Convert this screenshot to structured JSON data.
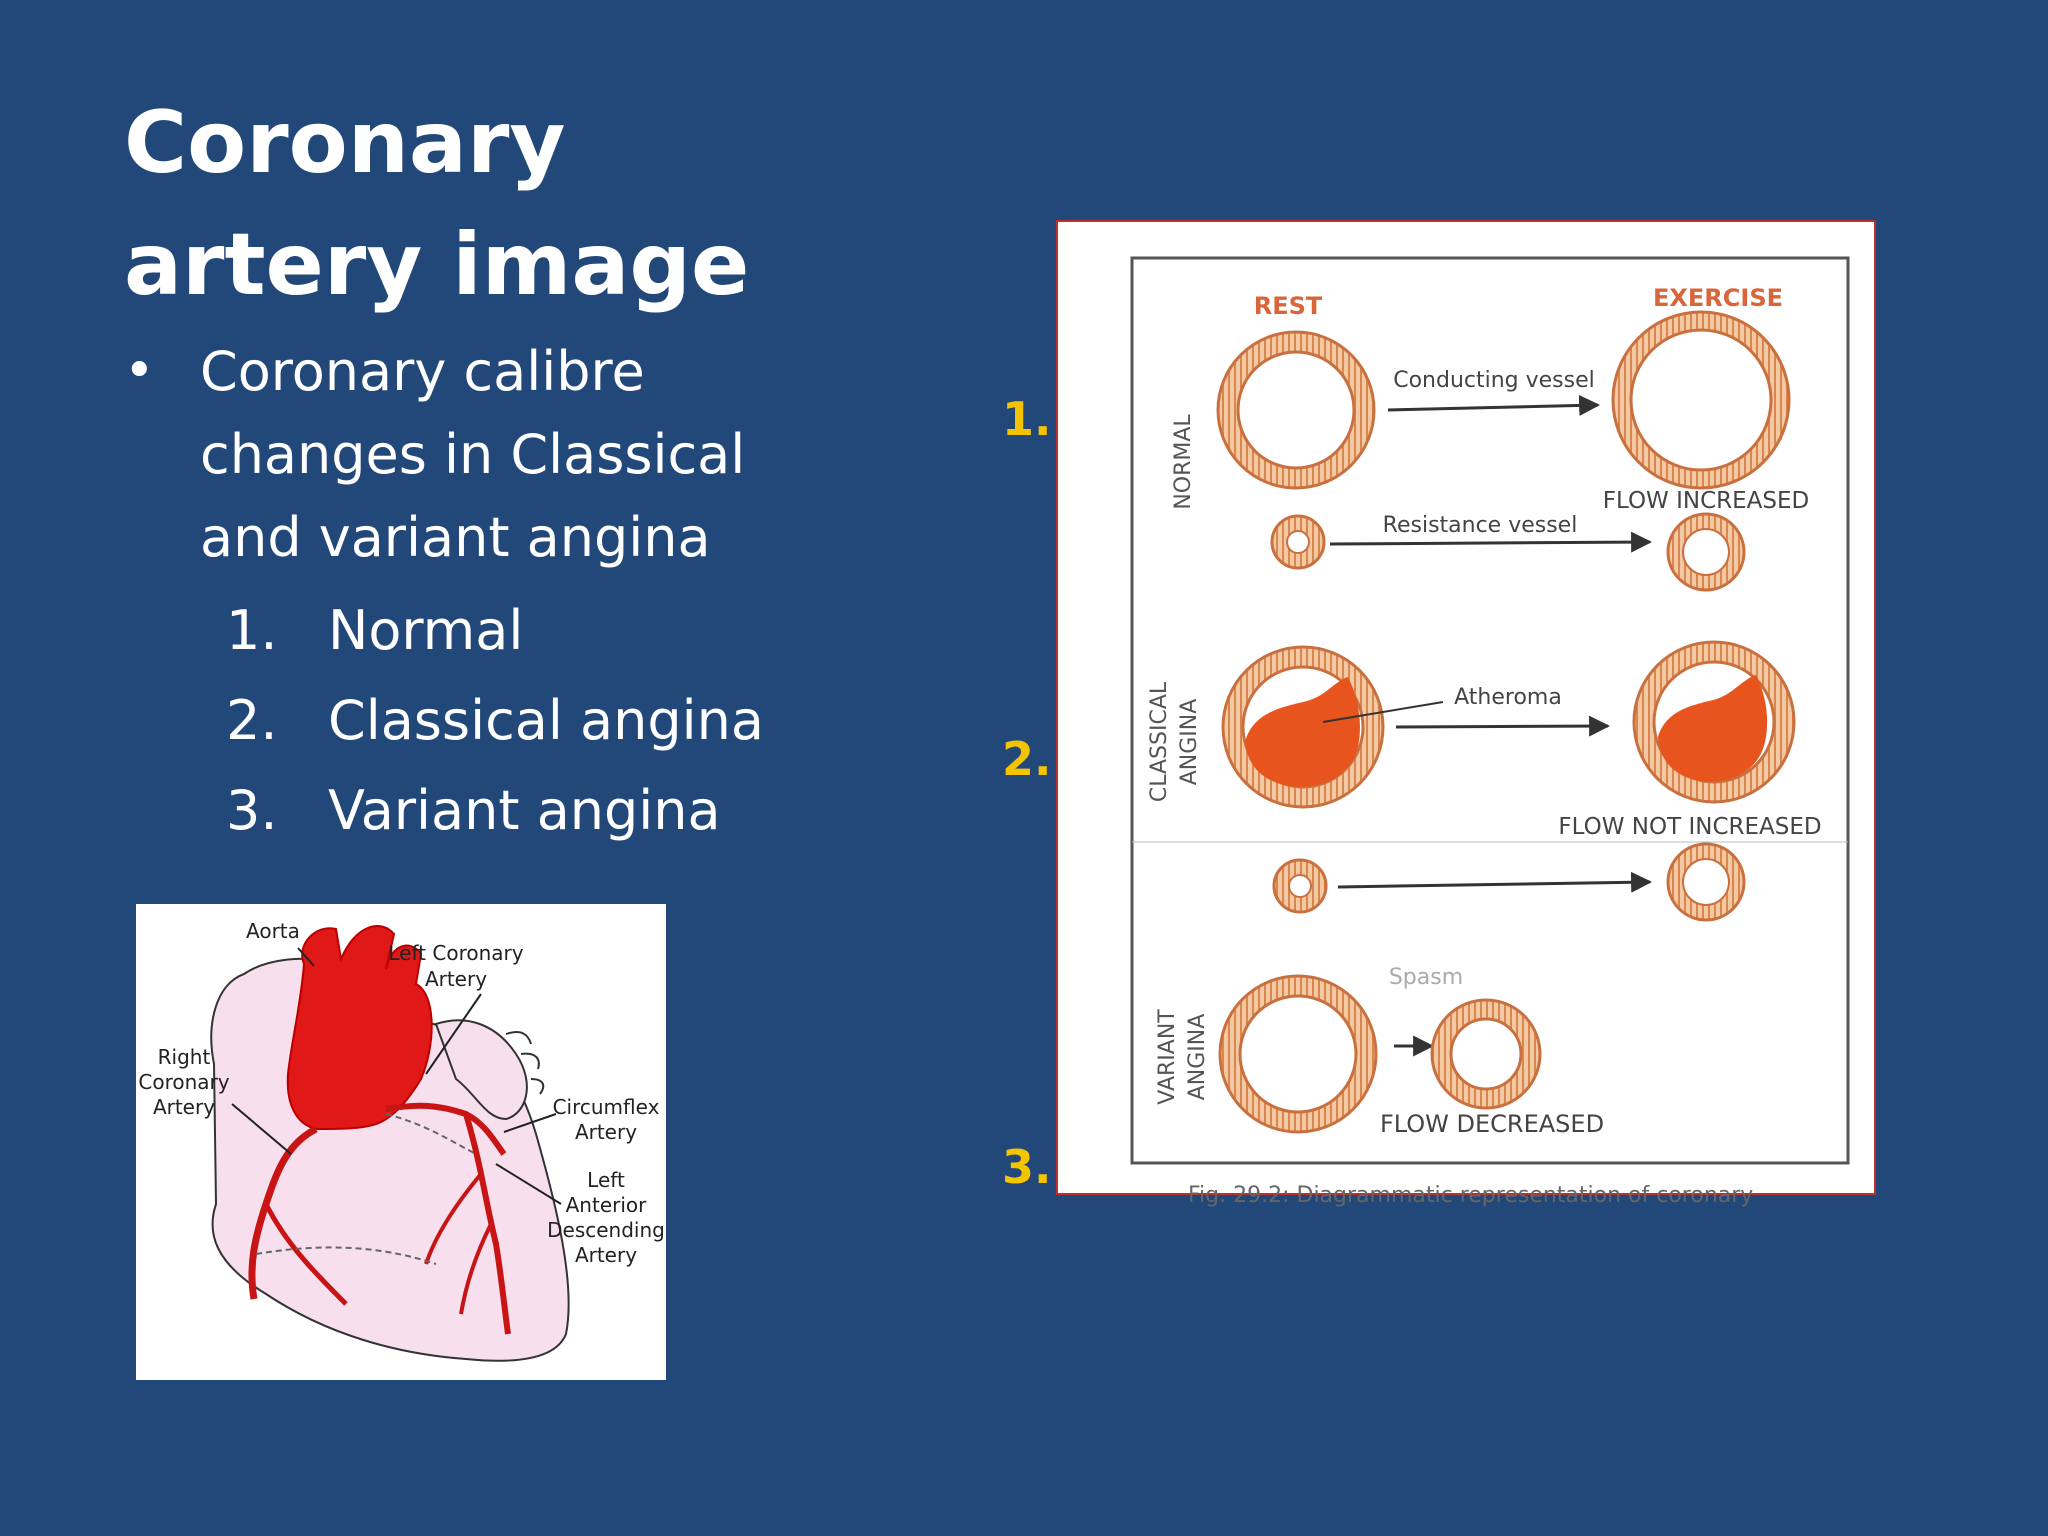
{
  "slide": {
    "title_line1": "Coronary",
    "title_line2": "artery image",
    "bullet": "Coronary calibre changes in Classical and variant angina",
    "items": [
      {
        "num": "1.",
        "label": "Normal"
      },
      {
        "num": "2.",
        "label": "Classical angina"
      },
      {
        "num": "3.",
        "label": "Variant angina"
      }
    ],
    "markers": [
      "1.",
      "2.",
      "3."
    ]
  },
  "heart_figure": {
    "labels": {
      "aorta": "Aorta",
      "lca1": "Left Coronary",
      "lca2": "Artery",
      "rca1": "Right",
      "rca2": "Coronary",
      "rca3": "Artery",
      "cx1": "Circumflex",
      "cx2": "Artery",
      "lad1": "Left",
      "lad2": "Anterior",
      "lad3": "Descending",
      "lad4": "Artery"
    }
  },
  "calibre_figure": {
    "rest": "REST",
    "exercise": "EXERCISE",
    "row_normal": "NORMAL",
    "row_classical_1": "CLASSICAL",
    "row_classical_2": "ANGINA",
    "row_variant_1": "VARIANT",
    "row_variant_2": "ANGINA",
    "conducting": "Conducting vessel",
    "resistance": "Resistance vessel",
    "flow_increased": "FLOW INCREASED",
    "atheroma": "Atheroma",
    "flow_not_increased": "FLOW  NOT INCREASED",
    "spasm": "Spasm",
    "flow_decreased": "FLOW DECREASED",
    "caption": "Fig. 29.2: Diagrammatic representation of coronary"
  },
  "colors": {
    "background": "#22487a",
    "marker": "#f5c400",
    "vessel_wall": "#e8a070",
    "atheroma": "#e8541e",
    "artery": "#e01818"
  }
}
